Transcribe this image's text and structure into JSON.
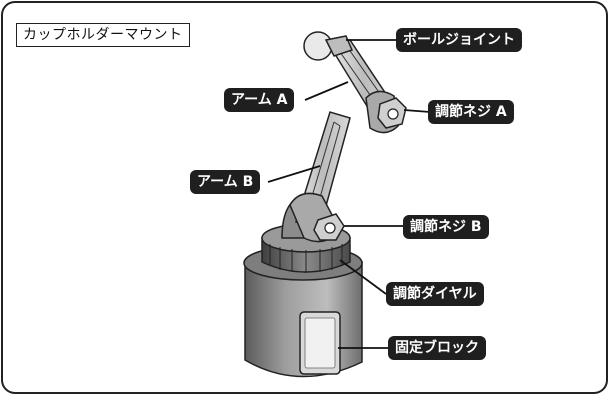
{
  "title": "カップホルダーマウント",
  "labels": {
    "ball_joint": "ボールジョイント",
    "arm_a": "アーム A",
    "screw_a": "調節ネジ A",
    "arm_b": "アーム B",
    "screw_b": "調節ネジ B",
    "dial": "調節ダイヤル",
    "block": "固定ブロック"
  },
  "colors": {
    "line": "#1a1a1a",
    "label_bg": "#1f1f1f",
    "label_text": "#ffffff",
    "body_gray": "#9a9a9a",
    "dark_gray": "#6a6a6a",
    "light_gray": "#d6d6d6"
  }
}
